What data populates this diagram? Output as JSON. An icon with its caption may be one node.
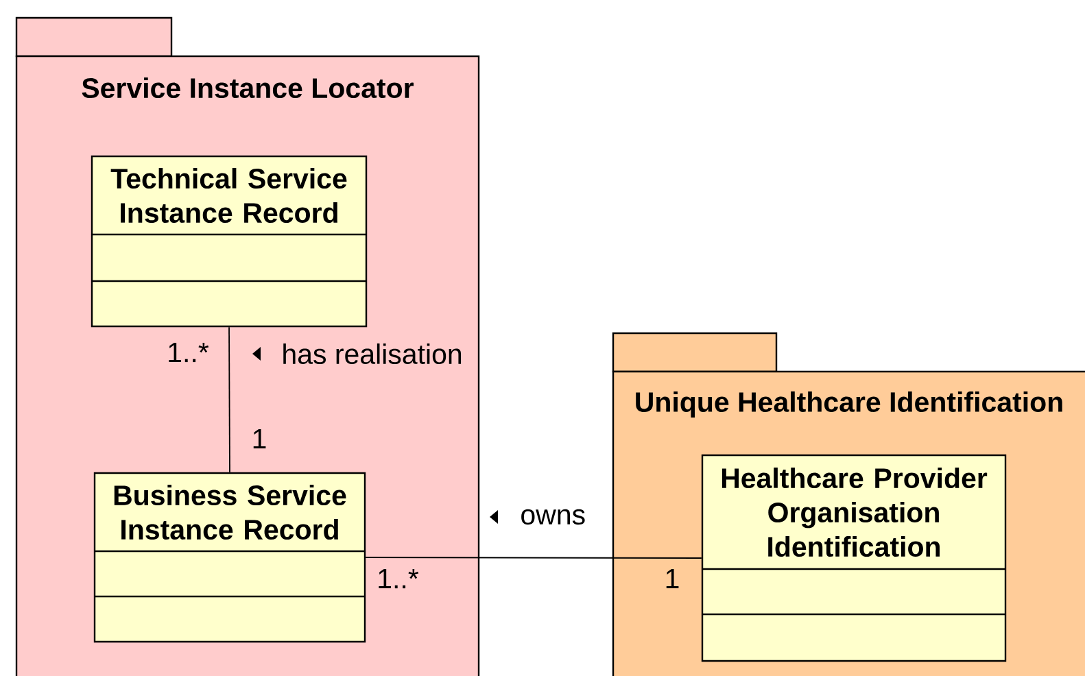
{
  "diagram": {
    "nodes": [
      {
        "text": [
          "Service Instance Locator"
        ]
      },
      {
        "text": [
          "Technical Service Instance Record"
        ],
        "in": 0
      },
      {
        "text": [
          "Business Service Instance Record"
        ],
        "in": 0
      },
      {
        "text": [
          "Unique Healthcare Identification"
        ]
      },
      {
        "text": [
          "Healthcare Provider Organisation Identification"
        ],
        "in": 3
      }
    ],
    "edges": [
      {
        "from": 1,
        "to": 2,
        "arrow": "none",
        "label": "has realisation"
      },
      {
        "from": 2,
        "to": 4,
        "arrow": "none",
        "label": "owns"
      }
    ],
    "labels": [
      "1..*",
      "1",
      "1..*",
      "1"
    ]
  }
}
